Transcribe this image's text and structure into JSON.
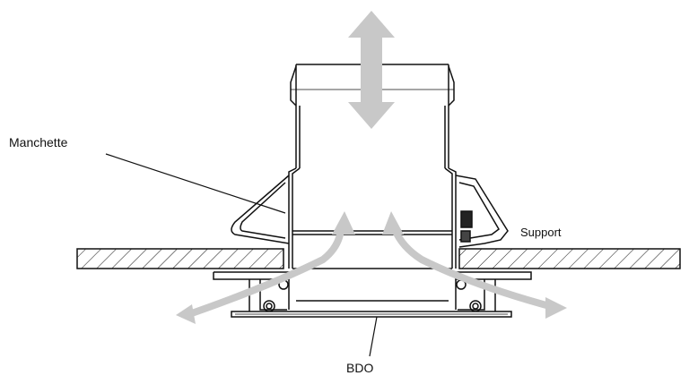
{
  "labels": {
    "manchette": "Manchette",
    "support": "Support",
    "bdo": "BDO"
  },
  "colors": {
    "line": "#111111",
    "arrow": "#c8c8c8",
    "background": "#ffffff"
  }
}
